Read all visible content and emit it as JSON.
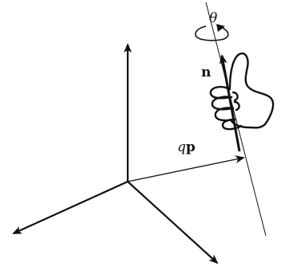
{
  "diagram": {
    "labels": {
      "n": "n",
      "theta": "θ",
      "qp_q": "q",
      "qp_p": "p"
    },
    "colors": {
      "ink": "#111111",
      "background": "#ffffff"
    },
    "icons": [
      "right-hand-rule-hand-icon",
      "rotation-arrow-icon"
    ]
  }
}
